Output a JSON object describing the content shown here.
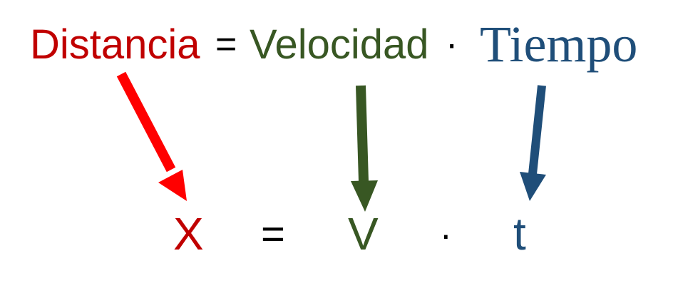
{
  "colors": {
    "distance": "#c00000",
    "distance_arrow": "#ff0000",
    "velocity": "#385723",
    "time": "#1f4e79",
    "operator": "#000000"
  },
  "top_equation": {
    "distance_word": "Distancia",
    "equals": "=",
    "velocity_word": "Velocidad",
    "multiply": "·",
    "time_word": "Tiempo"
  },
  "bottom_equation": {
    "distance_symbol": "X",
    "equals": "=",
    "velocity_symbol": "V",
    "multiply": "·",
    "time_symbol": "t"
  }
}
